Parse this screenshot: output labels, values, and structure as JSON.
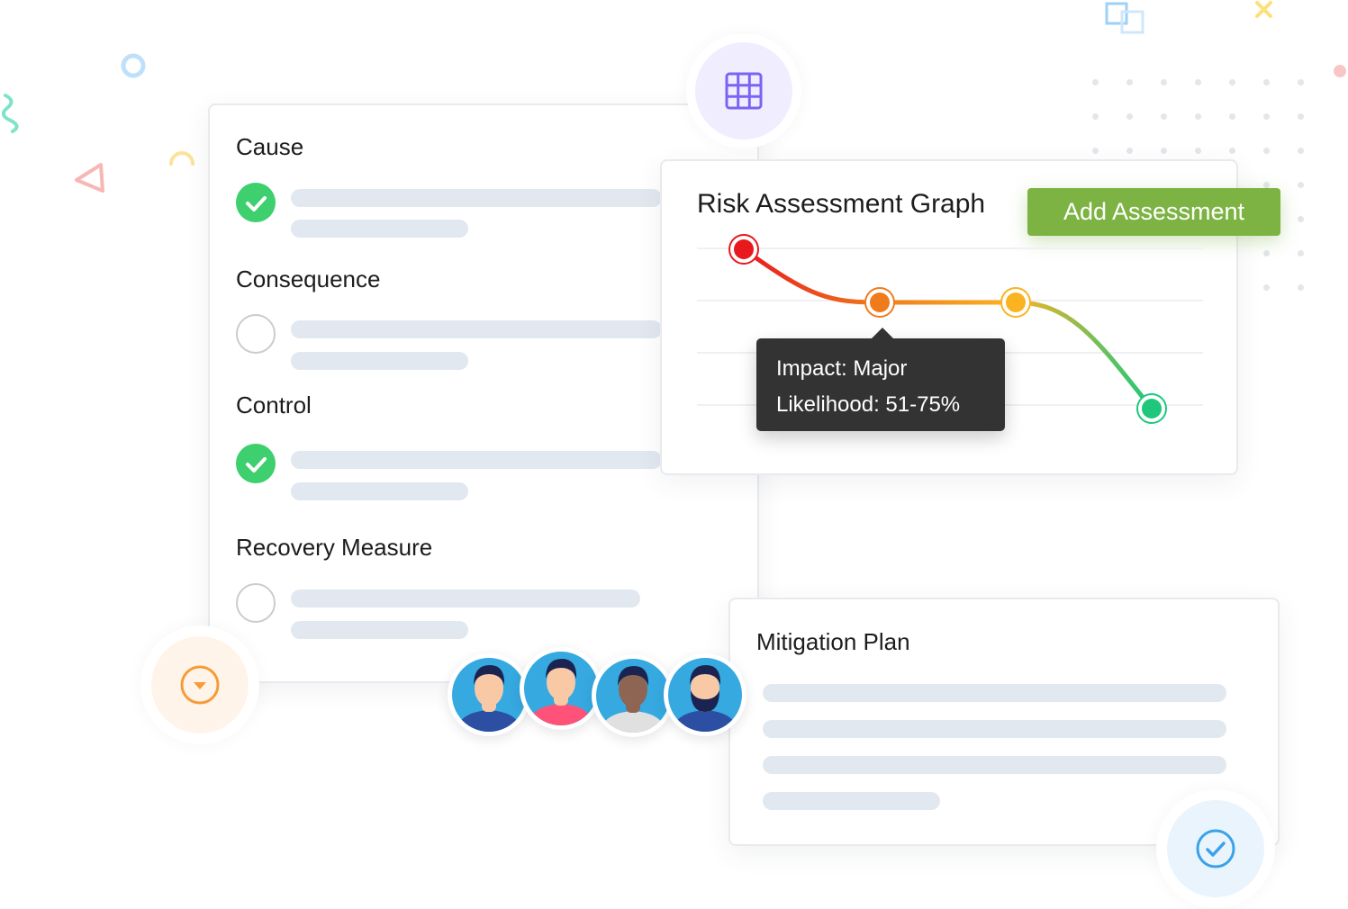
{
  "checklist": {
    "sections": [
      {
        "label": "Cause",
        "checked": true
      },
      {
        "label": "Consequence",
        "checked": false
      },
      {
        "label": "Control",
        "checked": true
      },
      {
        "label": "Recovery Measure",
        "checked": false
      }
    ]
  },
  "risk_graph": {
    "title": "Risk Assessment Graph",
    "add_button_label": "Add Assessment",
    "tooltip": {
      "impact": "Impact: Major",
      "likelihood": "Likelihood: 51-75%"
    },
    "point_colors": [
      "#e8191e",
      "#f07b1c",
      "#fbb321",
      "#1ec77c"
    ]
  },
  "mitigation": {
    "title": "Mitigation Plan"
  },
  "colors": {
    "accent_green": "#7cb342",
    "check_green": "#3ecf6e",
    "tooltip_bg": "#333333"
  }
}
